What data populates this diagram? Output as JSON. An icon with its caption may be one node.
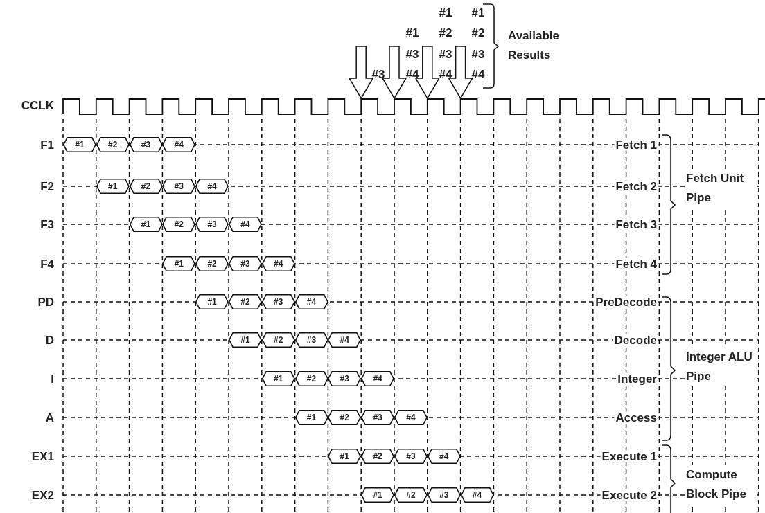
{
  "diagram": {
    "nodes": [
      {
        "text": [
          "#1"
        ]
      },
      {
        "text": [
          "#2"
        ]
      },
      {
        "text": [
          "#3"
        ]
      },
      {
        "text": [
          "#4"
        ]
      },
      {
        "text": [
          "#1"
        ]
      },
      {
        "text": [
          "#2"
        ]
      },
      {
        "text": [
          "#3"
        ]
      },
      {
        "text": [
          "#4"
        ]
      },
      {
        "text": [
          "#1"
        ]
      },
      {
        "text": [
          "#2"
        ]
      },
      {
        "text": [
          "#3"
        ]
      },
      {
        "text": [
          "#4"
        ]
      },
      {
        "text": [
          "#1"
        ]
      },
      {
        "text": [
          "#2"
        ]
      },
      {
        "text": [
          "#3"
        ]
      },
      {
        "text": [
          "#4"
        ]
      },
      {
        "text": [
          "#1"
        ]
      },
      {
        "text": [
          "#2"
        ]
      },
      {
        "text": [
          "#3"
        ]
      },
      {
        "text": [
          "#4"
        ]
      },
      {
        "text": [
          "#1"
        ]
      },
      {
        "text": [
          "#2"
        ]
      },
      {
        "text": [
          "#3"
        ]
      },
      {
        "text": [
          "#4"
        ]
      },
      {
        "text": [
          "#1"
        ]
      },
      {
        "text": [
          "#2"
        ]
      },
      {
        "text": [
          "#3"
        ]
      },
      {
        "text": [
          "#4"
        ]
      },
      {
        "text": [
          "#1"
        ]
      },
      {
        "text": [
          "#2"
        ]
      },
      {
        "text": [
          "#3"
        ]
      },
      {
        "text": [
          "#4"
        ]
      },
      {
        "text": [
          "#1"
        ]
      },
      {
        "text": [
          "#2"
        ]
      },
      {
        "text": [
          "#3"
        ]
      },
      {
        "text": [
          "#4"
        ]
      },
      {
        "text": [
          "#1"
        ]
      },
      {
        "text": [
          "#2"
        ]
      },
      {
        "text": [
          "#3"
        ]
      },
      {
        "text": [
          "#4"
        ]
      }
    ],
    "labels": [
      "#1",
      "#1",
      "#1",
      "#2",
      "#2",
      "Available Results",
      "#3",
      "#3",
      "#3",
      "#3",
      "#4",
      "#4",
      "#4",
      "CCLK",
      "F1",
      "Fetch 1",
      "F2",
      "Fetch 2",
      "Fetch Unit Pipe",
      "F3",
      "Fetch 3",
      "F4",
      "Fetch 4",
      "PD",
      "PreDecode",
      "D",
      "Decode",
      "Integer ALU Pipe",
      "I",
      "Integer",
      "A",
      "Access",
      "EX1",
      "Execute 1",
      "Compute Block Pipe",
      "EX2",
      "Execute 2"
    ]
  }
}
